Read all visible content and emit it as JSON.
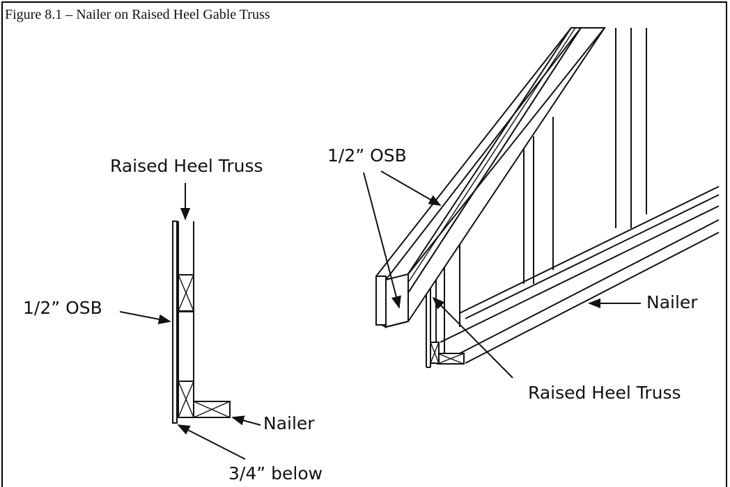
{
  "figure": {
    "caption": "Figure 8.1 – Nailer on Raised Heel Gable Truss"
  },
  "left_detail": {
    "label_truss": "Raised Heel Truss",
    "label_osb": "1/2” OSB",
    "label_nailer": "Nailer",
    "label_below": "3/4” below"
  },
  "right_detail": {
    "label_osb": "1/2” OSB",
    "label_nailer": "Nailer",
    "label_truss": "Raised Heel Truss"
  }
}
